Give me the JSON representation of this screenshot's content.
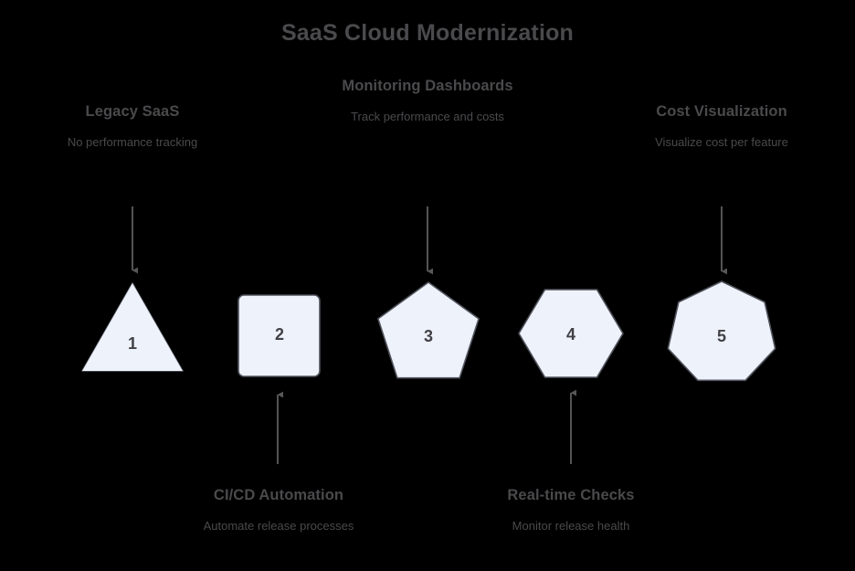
{
  "chart_data": {
    "type": "diagram",
    "title": "SaaS Cloud Modernization",
    "diagram_style": "numbered-polygon-timeline",
    "background_color": "#000000",
    "shape_fill": "#eef2fb",
    "shape_stroke": "#50535c",
    "text_color": "#4a4a4d",
    "arrow_color": "#585858",
    "nodes": [
      {
        "number": "1",
        "shape": "triangle",
        "sides": 3,
        "title": "Legacy SaaS",
        "description": "No performance tracking",
        "label_position": "above",
        "arrow_direction": "down"
      },
      {
        "number": "2",
        "shape": "square",
        "sides": 4,
        "title": "CI/CD Automation",
        "description": "Automate release processes",
        "label_position": "below",
        "arrow_direction": "up"
      },
      {
        "number": "3",
        "shape": "pentagon",
        "sides": 5,
        "title": "Monitoring Dashboards",
        "description": "Track performance and costs",
        "label_position": "above",
        "arrow_direction": "down"
      },
      {
        "number": "4",
        "shape": "hexagon",
        "sides": 6,
        "title": "Real-time Checks",
        "description": "Monitor release health",
        "label_position": "below",
        "arrow_direction": "up"
      },
      {
        "number": "5",
        "shape": "heptagon",
        "sides": 7,
        "title": "Cost Visualization",
        "description": "Visualize cost per feature",
        "label_position": "above",
        "arrow_direction": "down"
      }
    ]
  },
  "title": "SaaS Cloud Modernization",
  "nodes": {
    "n1": {
      "number": "1",
      "title": "Legacy SaaS",
      "description": "No performance tracking"
    },
    "n2": {
      "number": "2",
      "title": "CI/CD Automation",
      "description": "Automate release processes"
    },
    "n3": {
      "number": "3",
      "title": "Monitoring Dashboards",
      "description": "Track performance and costs"
    },
    "n4": {
      "number": "4",
      "title": "Real-time Checks",
      "description": "Monitor release health"
    },
    "n5": {
      "number": "5",
      "title": "Cost Visualization",
      "description": "Visualize cost per feature"
    }
  }
}
